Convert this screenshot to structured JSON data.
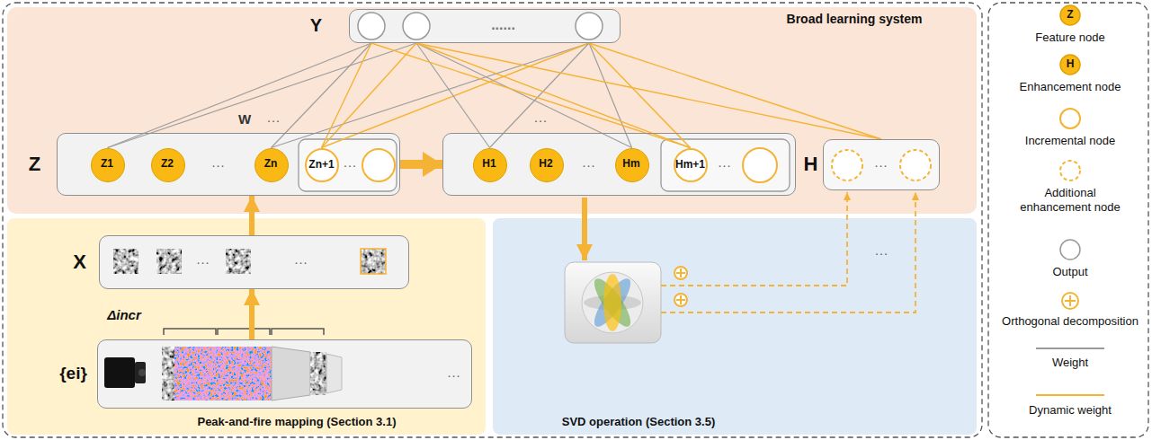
{
  "diagram": {
    "nodes": [
      {
        "text": [
          "Broad learning system"
        ]
      },
      {
        "text": [
          "Y",
          "......"
        ],
        "in": 0
      },
      {
        "text": [
          "Z",
          "···",
          "···"
        ],
        "in": 0
      },
      {
        "text": [
          "Z1"
        ],
        "in": 2
      },
      {
        "text": [
          "Z2"
        ],
        "in": 2
      },
      {
        "text": [
          "Zn"
        ],
        "in": 2
      },
      {
        "text": [
          "Zn+1"
        ],
        "in": 2
      },
      {
        "text": [
          "···",
          "···"
        ],
        "in": 0
      },
      {
        "text": [
          "H1"
        ],
        "in": 7
      },
      {
        "text": [
          "H2"
        ],
        "in": 7
      },
      {
        "text": [
          "Hm"
        ],
        "in": 7
      },
      {
        "text": [
          "Hm+1"
        ],
        "in": 7
      },
      {
        "text": [
          "H",
          "···"
        ],
        "in": 0
      },
      {
        "text": [
          "Peak-and-fire mapping (Section 3.1)"
        ]
      },
      {
        "text": [
          "X",
          "···",
          "···"
        ],
        "in": 13
      },
      {
        "text": [
          "{ei}",
          "···"
        ],
        "in": 13
      },
      {
        "text": [
          "SVD operation (Section 3.5)"
        ]
      }
    ],
    "edges": [
      {
        "from": 15,
        "to": 14,
        "arrow": "to"
      },
      {
        "from": 14,
        "to": 2,
        "arrow": "to"
      },
      {
        "from": 2,
        "to": 7,
        "arrow": "to"
      },
      {
        "from": 3,
        "to": 1,
        "arrow": "none"
      },
      {
        "from": 5,
        "to": 1,
        "arrow": "none"
      },
      {
        "from": 6,
        "to": 1,
        "arrow": "none"
      },
      {
        "from": 8,
        "to": 1,
        "arrow": "none"
      },
      {
        "from": 10,
        "to": 1,
        "arrow": "none"
      },
      {
        "from": 11,
        "to": 1,
        "arrow": "none"
      },
      {
        "from": 12,
        "to": 1,
        "arrow": "none"
      }
    ],
    "labels": [
      "W",
      "···",
      "···",
      "Δincr",
      "···",
      "Z",
      "H"
    ],
    "legend": [
      {
        "text": "Feature node"
      },
      {
        "text": "Enhancement node"
      },
      {
        "text": "Incremental node"
      },
      {
        "text": "Additional enhancement node"
      },
      {
        "text": "Output"
      },
      {
        "text": "Orthogonal decomposition"
      },
      {
        "text": "Weight"
      },
      {
        "text": "Dynamic weight"
      }
    ]
  }
}
